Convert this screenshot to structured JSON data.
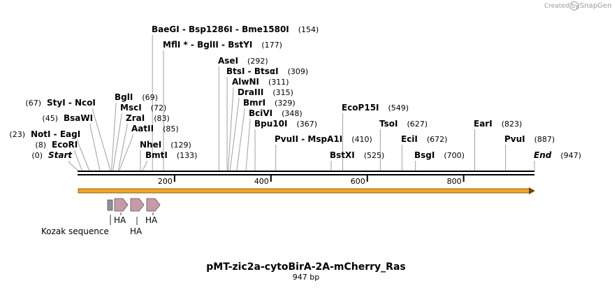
{
  "header": {
    "credit_prefix": "Created by",
    "credit_brand": "SnapGene",
    "brand_icon": "snapgene-logo-icon"
  },
  "plasmid": {
    "name": "pMT-zic2a-cytoBirA-2A-mCherry_Ras",
    "length_label": "947 bp",
    "length": 947
  },
  "ruler": {
    "ticks": [
      {
        "value": 200,
        "label": "200"
      },
      {
        "value": 400,
        "label": "400"
      },
      {
        "value": 600,
        "label": "600"
      },
      {
        "value": 800,
        "label": "800"
      }
    ]
  },
  "sites": [
    {
      "text": "BaeGI  - Bsp1286I  - Bme1580I",
      "pos": 154,
      "pos_label": "(154)"
    },
    {
      "text": "MflI * - BglII  - BstYI",
      "pos": 177,
      "pos_label": "(177)"
    },
    {
      "text": "AseI",
      "pos": 292,
      "pos_label": "(292)"
    },
    {
      "text": "BtsI - BtsαI",
      "pos": 309,
      "pos_label": "(309)"
    },
    {
      "text": "AlwNI",
      "pos": 311,
      "pos_label": "(311)"
    },
    {
      "text": "DraIII",
      "pos": 315,
      "pos_label": "(315)"
    },
    {
      "text": "BmrI",
      "pos": 329,
      "pos_label": "(329)"
    },
    {
      "text": "BciVI",
      "pos": 348,
      "pos_label": "(348)"
    },
    {
      "text": "Bpu10I",
      "pos": 367,
      "pos_label": "(367)"
    },
    {
      "text": "PvuII  - MspA1I",
      "pos": 410,
      "pos_label": "(410)"
    },
    {
      "text": "BstXI",
      "pos": 525,
      "pos_label": "(525)"
    },
    {
      "text": "EcoP15I",
      "pos": 549,
      "pos_label": "(549)"
    },
    {
      "text": "TsoI",
      "pos": 627,
      "pos_label": "(627)"
    },
    {
      "text": "EciI",
      "pos": 672,
      "pos_label": "(672)"
    },
    {
      "text": "BsgI",
      "pos": 700,
      "pos_label": "(700)"
    },
    {
      "text": "EarI",
      "pos": 823,
      "pos_label": "(823)"
    },
    {
      "text": "PvuI",
      "pos": 887,
      "pos_label": "(887)"
    },
    {
      "text": "End",
      "pos": 947,
      "pos_label": "(947)"
    },
    {
      "text": "BglI",
      "pos": 69,
      "pos_label": "(69)"
    },
    {
      "text": "MscI",
      "pos": 72,
      "pos_label": "(72)"
    },
    {
      "text": "ZraI",
      "pos": 83,
      "pos_label": "(83)"
    },
    {
      "text": "AatII",
      "pos": 85,
      "pos_label": "(85)"
    },
    {
      "text": "NheI",
      "pos": 129,
      "pos_label": "(129)"
    },
    {
      "text": "BmtI",
      "pos": 133,
      "pos_label": "(133)"
    },
    {
      "text": "StyI  - NcoI",
      "pos": 67,
      "pos_label": "(67)"
    },
    {
      "text": "BsaWI",
      "pos": 45,
      "pos_label": "(45)"
    },
    {
      "text": "NotI  - EagI",
      "pos": 23,
      "pos_label": "(23)"
    },
    {
      "text": "EcoRI",
      "pos": 8,
      "pos_label": "(8)"
    },
    {
      "text": "Start",
      "pos": 0,
      "pos_label": "(0)"
    }
  ],
  "features": [
    {
      "label": "Kozak sequence",
      "type": "kozak",
      "color": "#8c949a"
    },
    {
      "label": "HA",
      "type": "HA",
      "color": "#c899ac"
    },
    {
      "label": "HA",
      "type": "HA",
      "color": "#c899ac"
    },
    {
      "label": "HA",
      "type": "HA",
      "color": "#c899ac"
    }
  ],
  "orf": {
    "color": "#f5a623",
    "outline": "#6b4a10"
  },
  "colors": {
    "backbone": "#000000",
    "leader": "#a0a0a0"
  }
}
